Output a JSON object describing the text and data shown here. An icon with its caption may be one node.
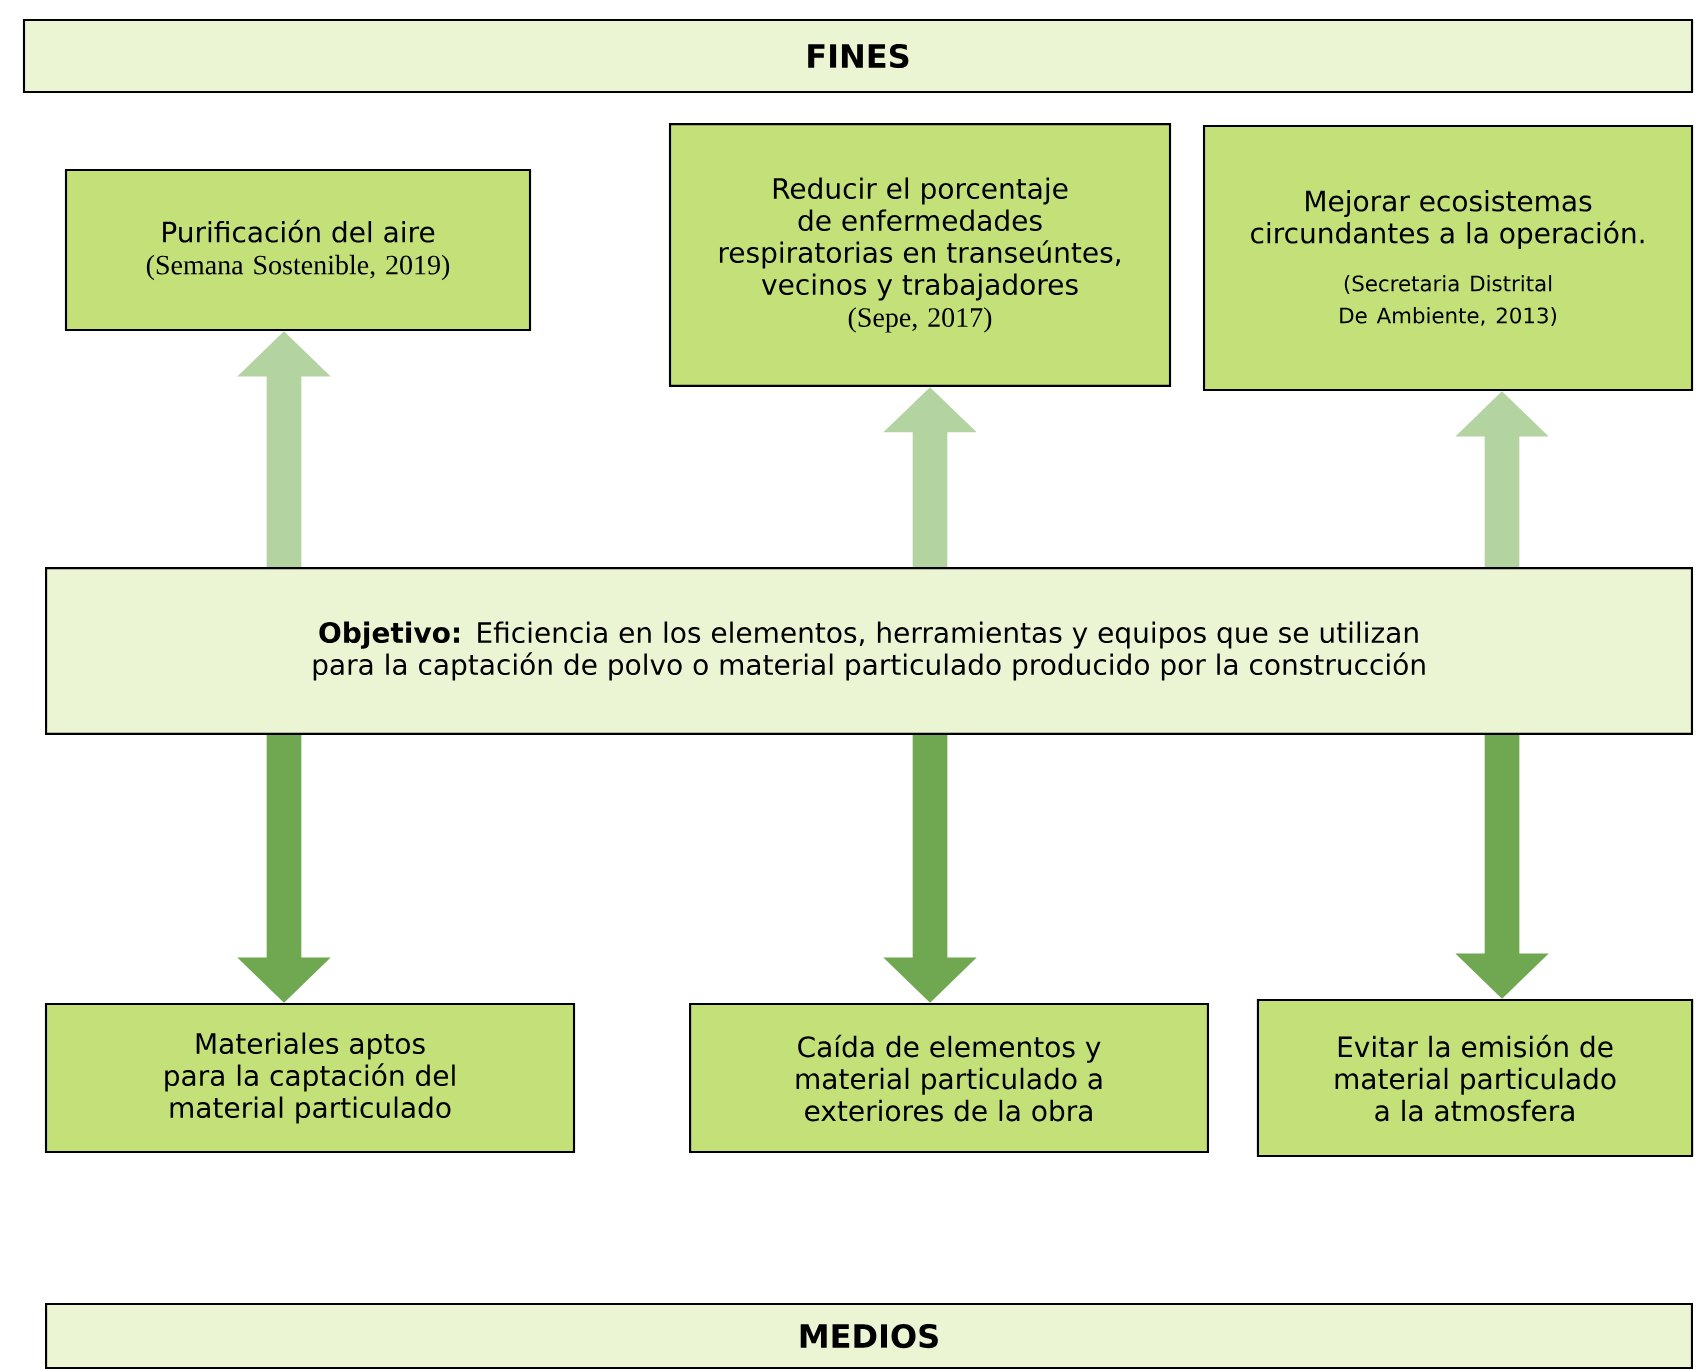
{
  "diagram": {
    "nodes": [
      {
        "text": [
          "FINES"
        ]
      },
      {
        "text": [
          "Purificación del aire",
          "(Semana Sostenible, 2019)"
        ]
      },
      {
        "text": [
          "Reducir el porcentaje de enfermedades respiratorias en transeúntes, vecinos y trabajadores",
          "(Sepe, 2017)"
        ]
      },
      {
        "text": [
          "Mejorar ecosistemas circundantes a la operación.",
          "(Secretaria Distrital De Ambiente, 2013)"
        ]
      },
      {
        "text": [
          "**Objetivo:** Eficiencia en los elementos, herramientas y equipos que se utilizan para la captación de polvo o material particulado producido por la construcción"
        ]
      },
      {
        "text": [
          "Materiales aptos para la captación del material particulado"
        ]
      },
      {
        "text": [
          "Caída de elementos y material particulado a exteriores de la obra"
        ]
      },
      {
        "text": [
          "Evitar la emisión de material particulado a la atmosfera"
        ]
      },
      {
        "text": [
          "MEDIOS"
        ]
      }
    ],
    "edges": [
      {
        "from": 4,
        "to": 1,
        "arrow": "to",
        "color": "#b3d3a0"
      },
      {
        "from": 4,
        "to": 2,
        "arrow": "to",
        "color": "#b3d3a0"
      },
      {
        "from": 4,
        "to": 3,
        "arrow": "to",
        "color": "#b3d3a0"
      },
      {
        "from": 4,
        "to": 5,
        "arrow": "to",
        "color": "#6fa851"
      },
      {
        "from": 4,
        "to": 6,
        "arrow": "to",
        "color": "#6fa851"
      },
      {
        "from": 4,
        "to": 7,
        "arrow": "to",
        "color": "#6fa851"
      }
    ]
  }
}
